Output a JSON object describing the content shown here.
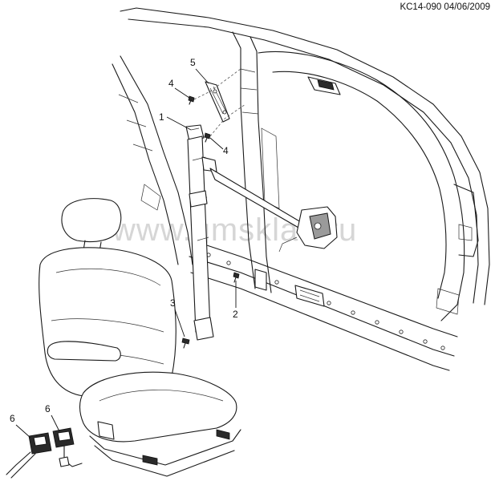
{
  "header": {
    "code": "KC14-090 04/06/2009"
  },
  "watermark": {
    "text": "www.gmsklad.ru"
  },
  "callouts": {
    "c1": "1",
    "c2": "2",
    "c3": "3",
    "c4a": "4",
    "c4b": "4",
    "c5": "5",
    "c6a": "6",
    "c6b": "6"
  }
}
